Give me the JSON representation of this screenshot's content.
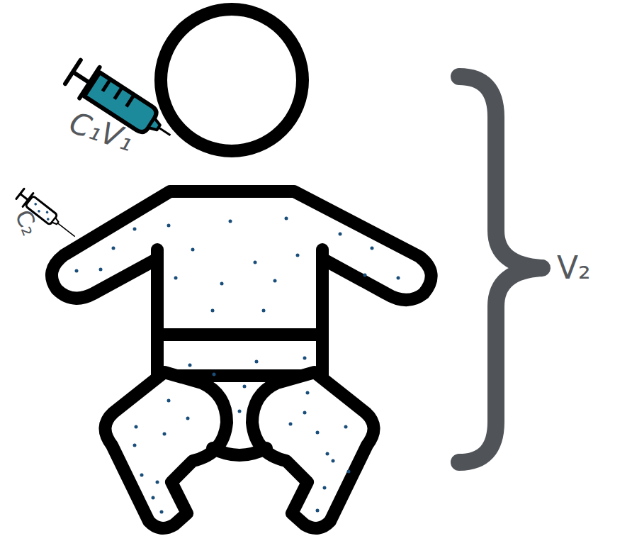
{
  "diagram": {
    "labels": [
      "C₁V₁",
      "C₂",
      "V₂"
    ]
  }
}
